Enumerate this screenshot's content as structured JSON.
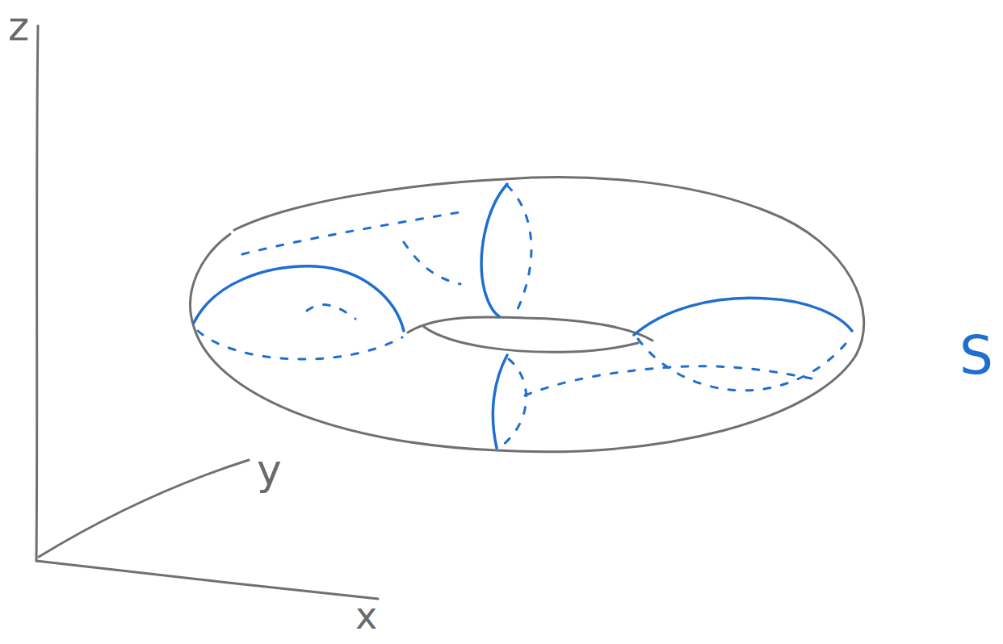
{
  "diagram": {
    "labels": [
      "z",
      "y",
      "x",
      "S"
    ]
  }
}
